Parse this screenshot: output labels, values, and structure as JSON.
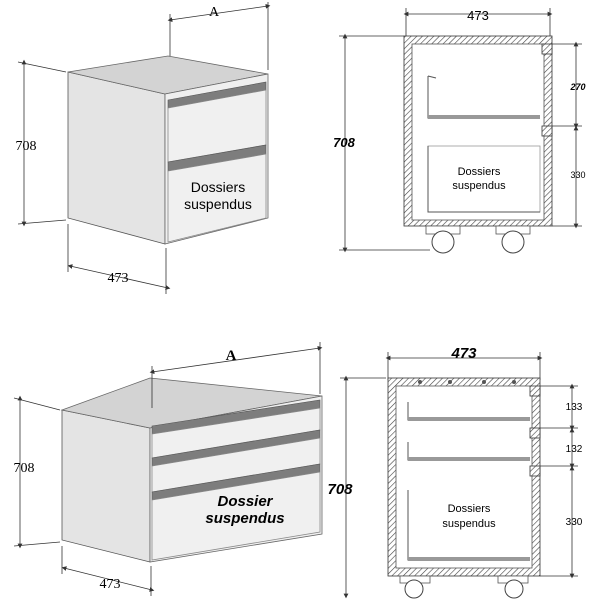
{
  "units_a": {
    "perspective": {
      "width_label": "A",
      "height_label": "708",
      "depth_label": "473",
      "drawer_text_line1": "Dossiers",
      "drawer_text_line2": "suspendus"
    },
    "section": {
      "width_label": "473",
      "height_label": "708",
      "drawer_top_label": "270",
      "drawer_bottom_label": "330",
      "drawer_text_line1": "Dossiers",
      "drawer_text_line2": "suspendus"
    }
  },
  "units_b": {
    "perspective": {
      "width_label": "A",
      "height_label": "708",
      "depth_label": "473",
      "front_height_label": "708",
      "drawer_text_line1": "Dossier",
      "drawer_text_line2": "suspendus"
    },
    "section": {
      "width_label": "473",
      "drawer_1_label": "133",
      "drawer_2_label": "132",
      "drawer_3_label": "330",
      "drawer_text_line1": "Dossiers",
      "drawer_text_line2": "suspendus"
    }
  },
  "colors": {
    "background": "#ffffff",
    "panel": "#efefef",
    "handle": "#7d7d7d",
    "hatch": "#333333"
  }
}
